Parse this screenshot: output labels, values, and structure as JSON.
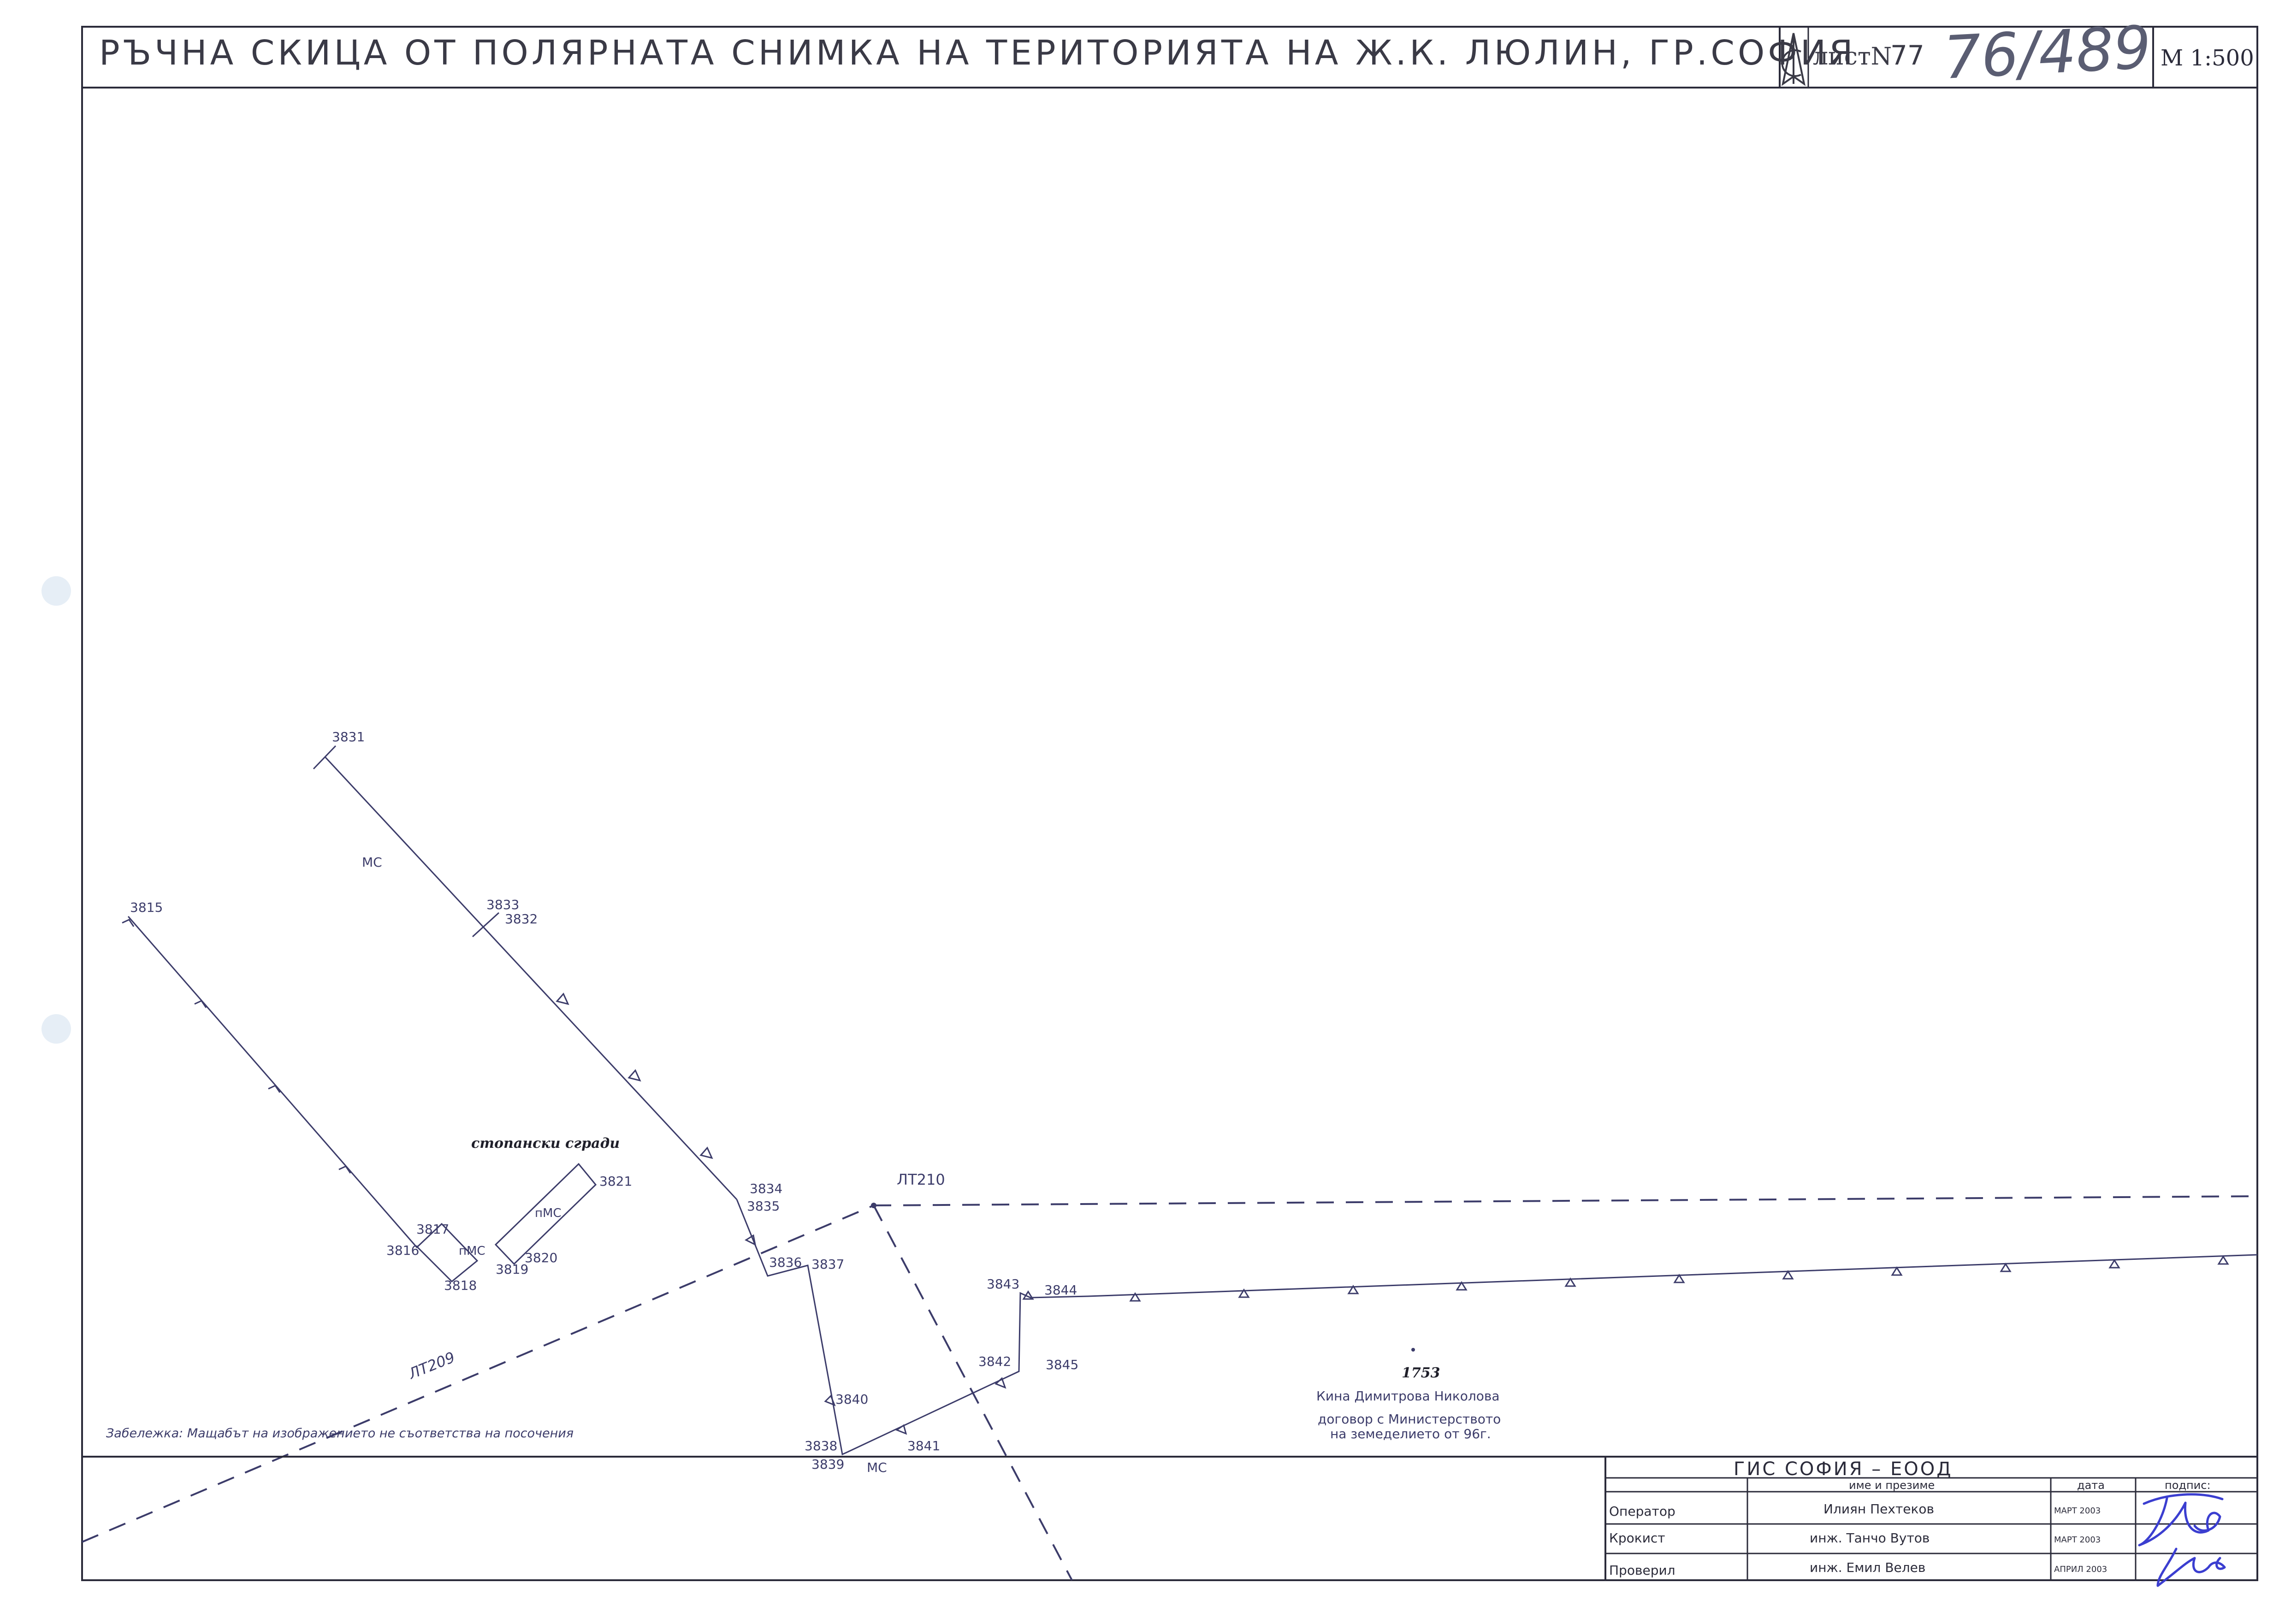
{
  "header": {
    "title": "РЪЧНА СКИЦА ОТ ПОЛЯРНАТА СНИМКА НА ТЕРИТОРИЯТА НА Ж.К. ЛЮЛИН, ГР.СОФИЯ",
    "sheet_label": "листN",
    "sheet_number": "77",
    "handwritten_ref": "76/489",
    "scale": "M 1:500"
  },
  "map": {
    "points": {
      "p3815": "3815",
      "p3816": "3816",
      "p3817": "3817",
      "p3818": "3818",
      "p3819": "3819",
      "p3820": "3820",
      "p3821": "3821",
      "p3831": "3831",
      "p3832": "3832",
      "p3833": "3833",
      "p3834": "3834",
      "p3835": "3835",
      "p3836": "3836",
      "p3837": "3837",
      "p3838": "3838",
      "p3839": "3839",
      "p3840": "3840",
      "p3841": "3841",
      "p3842": "3842",
      "p3843": "3843",
      "p3844": "3844",
      "p3845": "3845"
    },
    "labels": {
      "ms_top": "МС",
      "ms_bottom": "МС",
      "nms_left": "пМС",
      "nms_right": "пМС",
      "farm_buildings": "стопански сгради",
      "lt209": "ЛТ209",
      "lt210": "ЛТ210"
    },
    "parcel": {
      "number": "1753",
      "owner": "Кина Димитрова Николова",
      "contract_line1": "договор с Министерството",
      "contract_line2": "на земеделието от 96г."
    },
    "note": "Забележка: Мащабът на изображението не съответства на посочения"
  },
  "title_block": {
    "org": "ГИС  СОФИЯ  –  ЕООД",
    "col_name": "име и презиме",
    "col_date": "дата",
    "col_sign": "подпис:",
    "rows": [
      {
        "role": "Оператор",
        "name": "Илиян Пехтеков",
        "date": "МАРТ 2003"
      },
      {
        "role": "Крокист",
        "name": "инж. Танчо Вутов",
        "date": "МАРТ 2003"
      },
      {
        "role": "Проверил",
        "name": "инж. Емил Велев",
        "date": "АПРИЛ 2003"
      }
    ]
  }
}
